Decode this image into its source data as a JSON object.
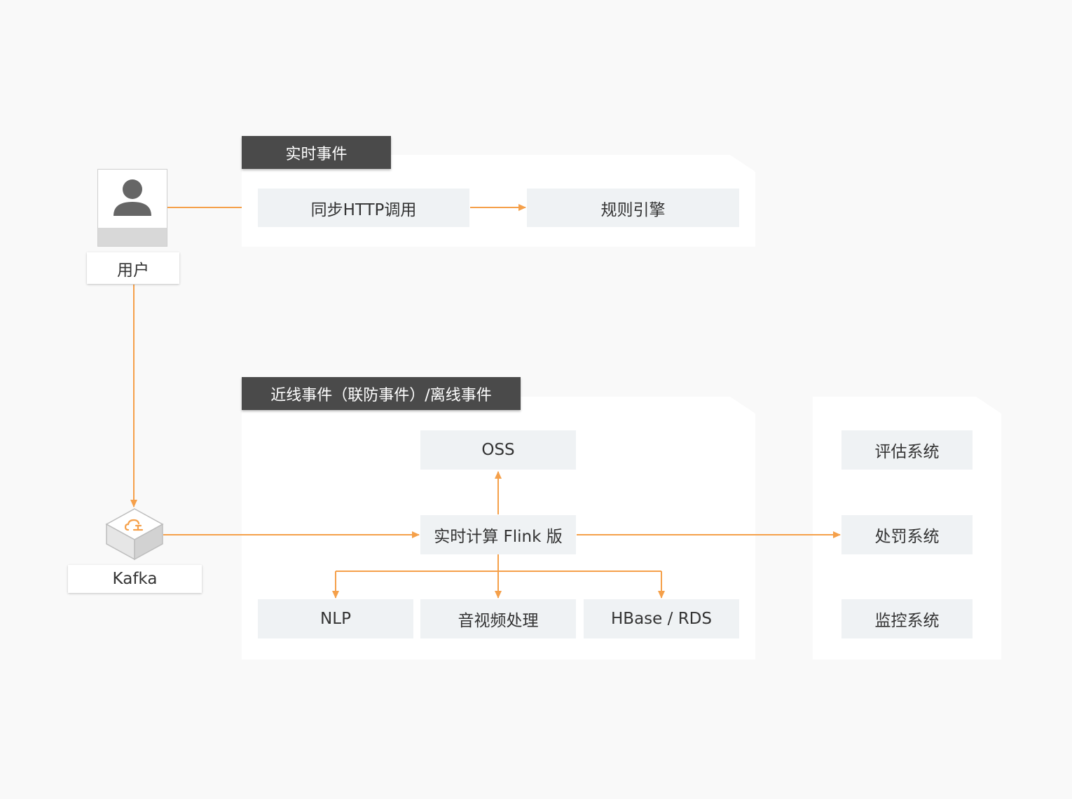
{
  "colors": {
    "arrow": "#f5a04a",
    "tag_bg": "#4a4a4a",
    "node_bg": "#eff2f4",
    "user_line": "#f5a04a"
  },
  "user": {
    "label": "用户",
    "icon": "user-icon"
  },
  "kafka": {
    "label": "Kafka",
    "icon": "kafka-cube-icon"
  },
  "realtime": {
    "title": "实时事件",
    "http": "同步HTTP调用",
    "rules": "规则引擎"
  },
  "nearline": {
    "title": "近线事件（联防事件）/离线事件",
    "oss": "OSS",
    "flink": "实时计算 Flink 版",
    "nlp": "NLP",
    "av": "音视频处理",
    "hbase": "HBase / RDS"
  },
  "systems": {
    "eval": "评估系统",
    "punish": "处罚系统",
    "monitor": "监控系统"
  }
}
